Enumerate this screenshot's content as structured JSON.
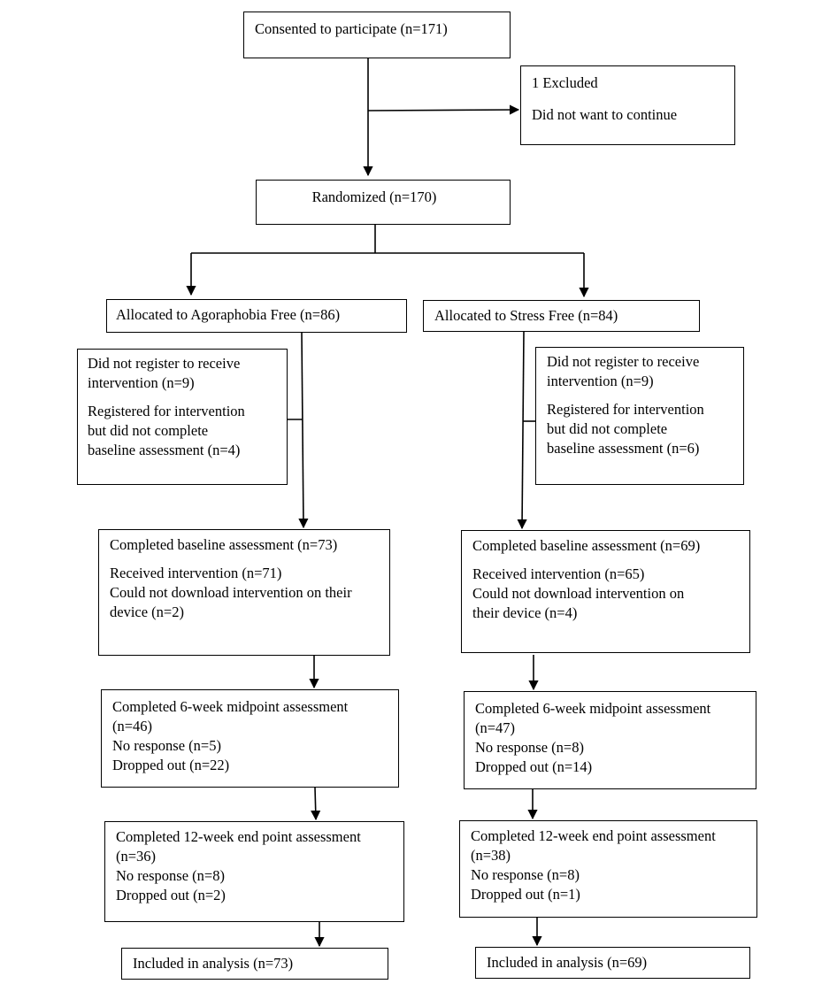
{
  "consented": {
    "text": "Consented to participate (n=171)"
  },
  "excluded": {
    "count": "1 Excluded",
    "reason": "Did not want to continue"
  },
  "randomized": {
    "text": "Randomized (n=170)"
  },
  "left_arm": {
    "allocated": "Allocated to Agoraphobia Free (n=86)",
    "side_box": {
      "line1": "Did not register to receive",
      "line2": "intervention (n=9)",
      "line3": "Registered for intervention",
      "line4": "but did not complete",
      "line5": "baseline assessment (n=4)"
    },
    "baseline": {
      "line1": "Completed baseline assessment (n=73)",
      "line2": "Received intervention (n=71)",
      "line3": "Could not download intervention on their",
      "line4": "device (n=2)"
    },
    "midpoint": {
      "line1": "Completed 6-week midpoint assessment",
      "line2": "(n=46)",
      "line3": "No response (n=5)",
      "line4": "Dropped out (n=22)"
    },
    "endpoint": {
      "line1": "Completed 12-week end point assessment",
      "line2": "(n=36)",
      "line3": "No response (n=8)",
      "line4": "Dropped out (n=2)"
    },
    "analysis": "Included in analysis (n=73)"
  },
  "right_arm": {
    "allocated": "Allocated to Stress Free (n=84)",
    "side_box": {
      "line1": "Did not register to receive",
      "line2": "intervention (n=9)",
      "line3": "Registered for intervention",
      "line4": "but did not complete",
      "line5": "baseline assessment (n=6)"
    },
    "baseline": {
      "line1": "Completed baseline assessment (n=69)",
      "line2": "Received intervention (n=65)",
      "line3": "Could not download intervention on",
      "line4": "their device (n=4)"
    },
    "midpoint": {
      "line1": "Completed 6-week midpoint assessment",
      "line2": "(n=47)",
      "line3": "No response (n=8)",
      "line4": "Dropped out (n=14)"
    },
    "endpoint": {
      "line1": "Completed 12-week end point assessment",
      "line2": "(n=38)",
      "line3": "No response (n=8)",
      "line4": "Dropped out (n=1)"
    },
    "analysis": "Included in analysis (n=69)"
  }
}
